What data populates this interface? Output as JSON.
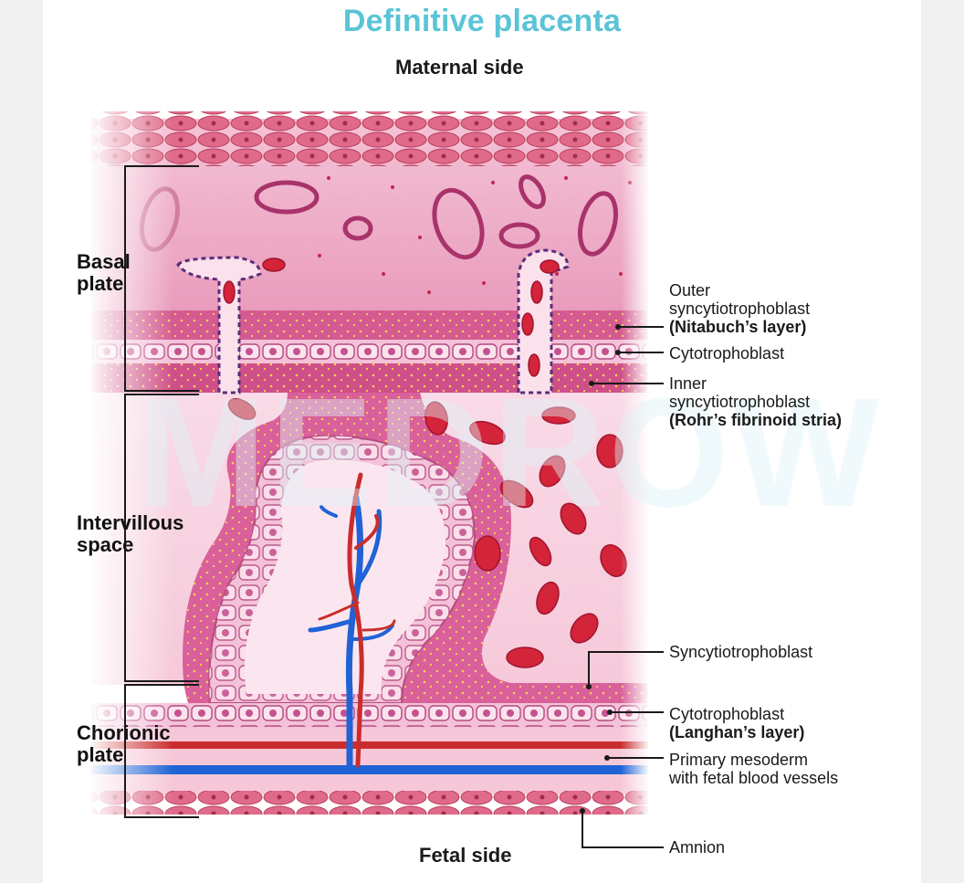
{
  "title": "Definitive placenta",
  "maternal_side": "Maternal side",
  "fetal_side": "Fetal side",
  "watermark": "MEDROW",
  "regions": {
    "basal_plate": [
      "Basal",
      "plate"
    ],
    "intervillous_space": [
      "Intervillous",
      "space"
    ],
    "chorionic_plate": [
      "Chorionic",
      "plate"
    ]
  },
  "annotations": {
    "outer_syncytio": [
      "Outer",
      "syncytiotrophoblast",
      "(Nitabuch’s layer)"
    ],
    "cytotrophoblast_top": [
      "Cytotrophoblast"
    ],
    "inner_syncytio": [
      "Inner",
      "syncytiotrophoblast",
      "(Rohr’s fibrinoid stria)"
    ],
    "syncytiotrophoblast": [
      "Syncytiotrophoblast"
    ],
    "cytotrophoblast_bottom": [
      "Cytotrophoblast",
      "(Langhan’s layer)"
    ],
    "primary_mesoderm": [
      "Primary mesoderm",
      "with fetal blood vessels"
    ],
    "amnion": [
      "Amnion"
    ]
  },
  "colors": {
    "title": "#5bc4d6",
    "tissue_pink": "#f3b8d0",
    "tissue_magenta": "#c8457d",
    "rbc_red": "#d3243a",
    "artery_red": "#c92d2d",
    "vein_blue": "#1f63d6"
  }
}
